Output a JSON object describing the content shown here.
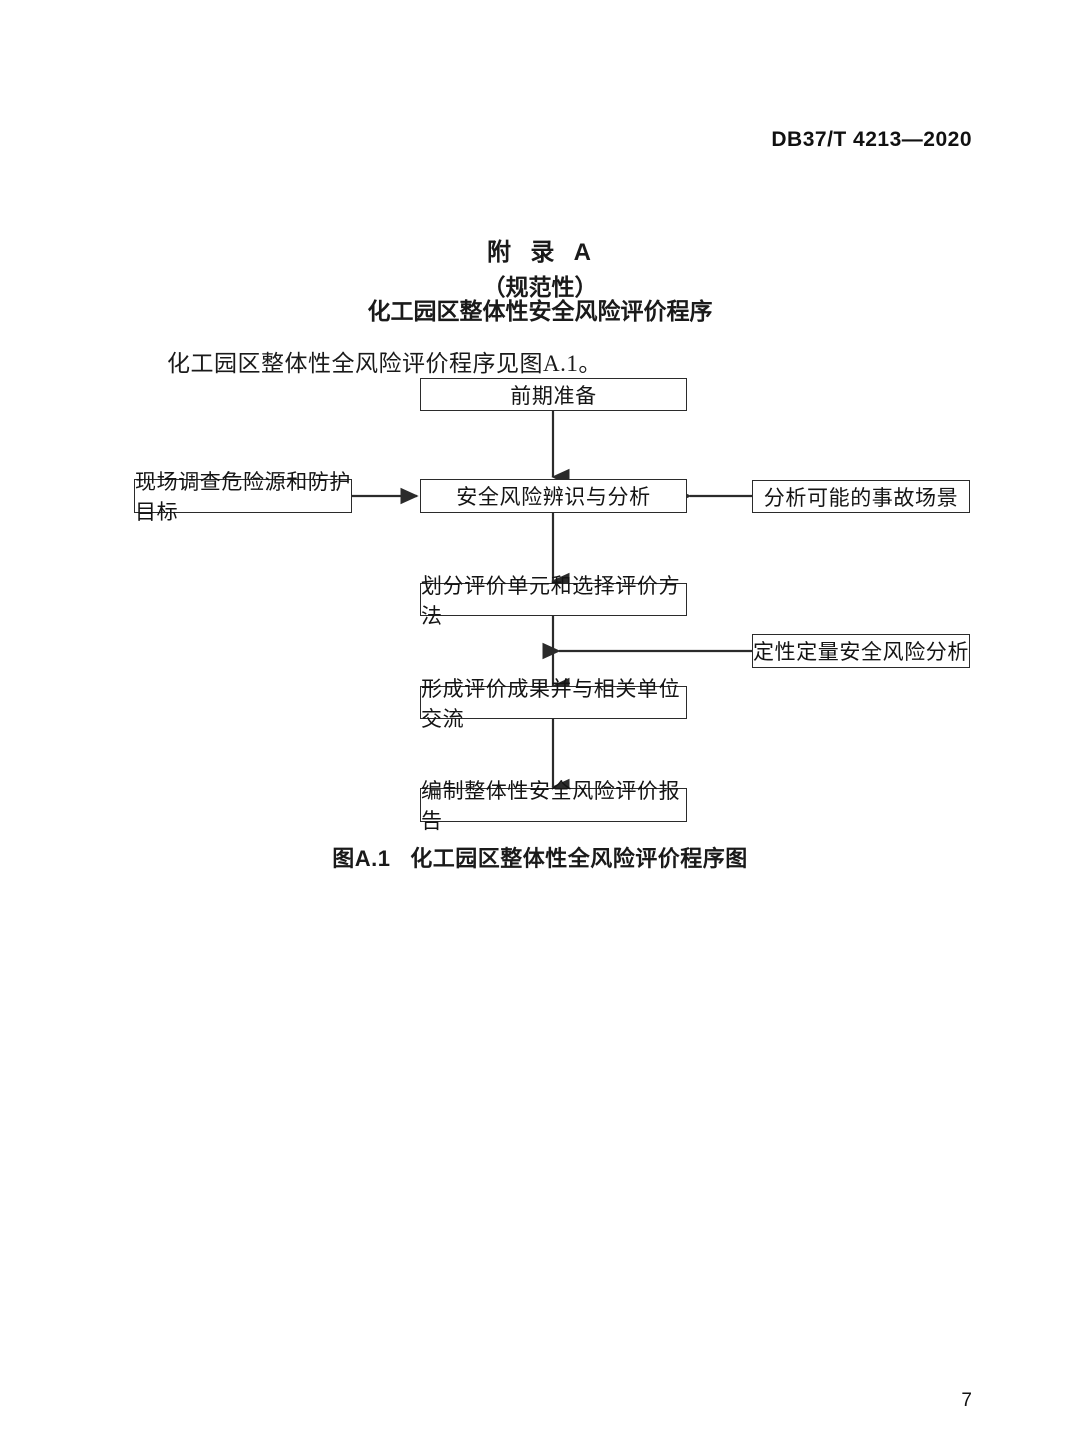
{
  "header": {
    "standard_number": "DB37/T 4213—2020"
  },
  "footer": {
    "page_number": "7"
  },
  "annex": {
    "title": "附  录  A",
    "kind": "（规范性）",
    "name": "化工园区整体性安全风险评价程序"
  },
  "body": {
    "intro_paragraph": "化工园区整体性全风险评价程序见图A.1。"
  },
  "figure": {
    "caption": "图A.1   化工园区整体性全风险评价程序图",
    "nodes": {
      "preparation": "前期准备",
      "site_survey": "现场调查危险源和防护目标",
      "risk_identification": "安全风险辨识与分析",
      "accident_scenarios": "分析可能的事故场景",
      "unit_division": "划分评价单元和选择评价方法",
      "qual_quant_analysis": "定性定量安全风险分析",
      "results_exchange": "形成评价成果并与相关单位交流",
      "final_report": "编制整体性安全风险评价报告"
    }
  },
  "colors": {
    "text": "#141414",
    "line": "#2b2b2b",
    "background": "#ffffff"
  }
}
